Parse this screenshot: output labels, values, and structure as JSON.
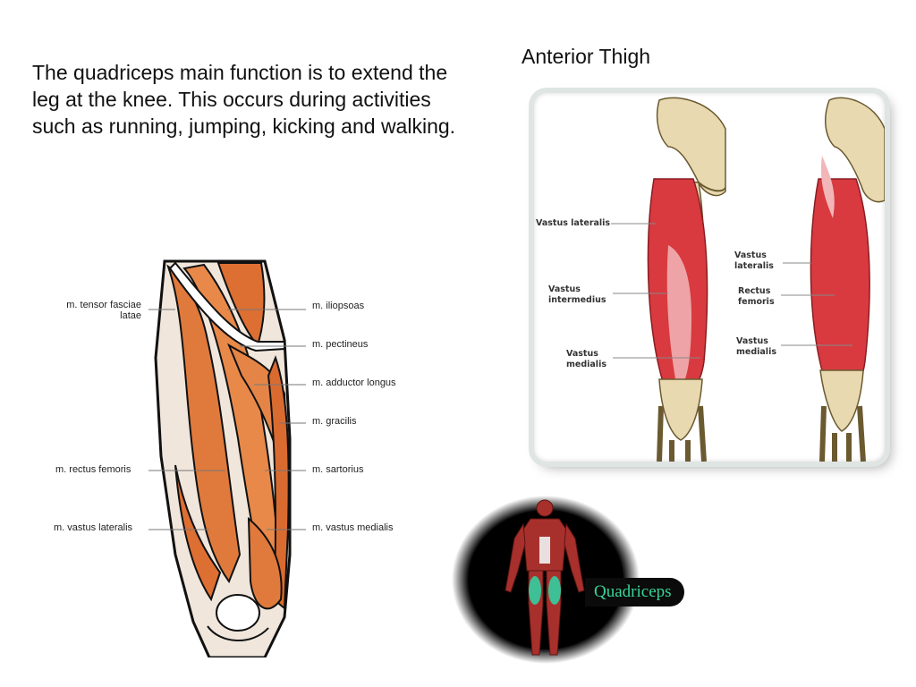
{
  "slide": {
    "body_text": "The quadriceps main function is to extend the leg at the knee.  This occurs during activities such as running, jumping, kicking and walking.",
    "heading": "Anterior Thigh"
  },
  "left_figure": {
    "labels_left": {
      "tensor_line1": "m. tensor fasciae",
      "tensor_line2": "latae",
      "rectus": "m. rectus femoris",
      "vastus_lat": "m. vastus lateralis"
    },
    "labels_right": {
      "iliopsoas": "m. iliopsoas",
      "pectineus": "m. pectineus",
      "adductor": "m. adductor longus",
      "gracilis": "m. gracilis",
      "sartorius": "m. sartorius",
      "vastus_med": "m. vastus medialis"
    }
  },
  "right_figure": {
    "left_leg": {
      "vastus_lateralis": "Vastus lateralis",
      "vastus_intermedius_1": "Vastus",
      "vastus_intermedius_2": "intermedius",
      "vastus_medialis_1": "Vastus",
      "vastus_medialis_2": "medialis"
    },
    "right_leg": {
      "vastus_lateralis_1": "Vastus",
      "vastus_lateralis_2": "lateralis",
      "rectus_1": "Rectus",
      "rectus_2": "femoris",
      "vastus_medialis_1": "Vastus",
      "vastus_medialis_2": "medialis"
    }
  },
  "badge": {
    "label": "Quadriceps",
    "label_color": "#38d59b"
  },
  "colors": {
    "muscle_orange": "#e07a3c",
    "muscle_red": "#d83a3f",
    "bone": "#e8d9b0"
  }
}
